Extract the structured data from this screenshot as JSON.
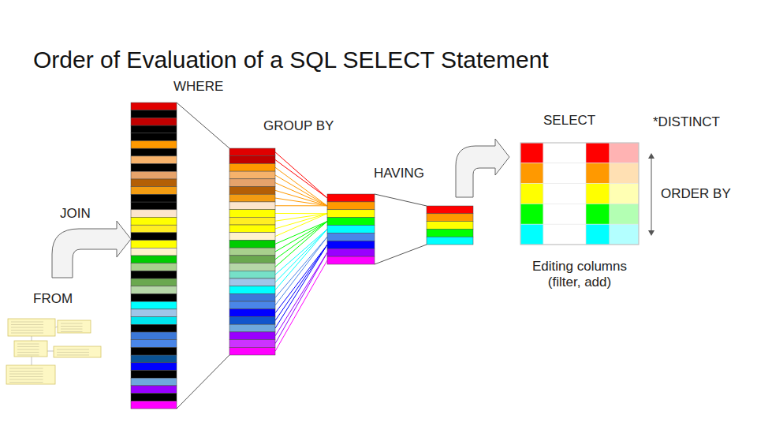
{
  "diagram": {
    "title": "Order of Evaluation of a SQL SELECT Statement",
    "labels": [
      "WHERE",
      "GROUP BY",
      "HAVING",
      "SELECT",
      "*DISTINCT",
      "ORDER BY",
      "Editing columns (filter, add)",
      "JOIN",
      "FROM"
    ]
  }
}
